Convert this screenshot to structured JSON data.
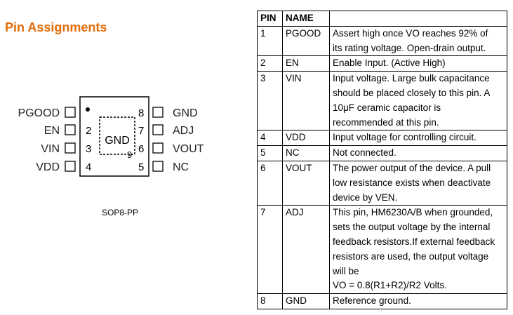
{
  "heading": "Pin Assignments",
  "package": {
    "caption": "SOP8-PP",
    "center_label": "GND",
    "exposed_pad_pin": "9",
    "left_pins": [
      {
        "name": "PGOOD",
        "num": ""
      },
      {
        "name": "EN",
        "num": "2"
      },
      {
        "name": "VIN",
        "num": "3"
      },
      {
        "name": "VDD",
        "num": "4"
      }
    ],
    "right_pins": [
      {
        "name": "GND",
        "num": "8"
      },
      {
        "name": "ADJ",
        "num": "7"
      },
      {
        "name": "VOUT",
        "num": "6"
      },
      {
        "name": "NC",
        "num": "5"
      }
    ]
  },
  "table": {
    "headers": [
      "PIN",
      "NAME",
      ""
    ],
    "rows": [
      {
        "pin": "1",
        "name": "PGOOD",
        "desc": [
          "Assert high once VO reaches 92% of",
          "its rating voltage. Open-drain output."
        ]
      },
      {
        "pin": "2",
        "name": "EN",
        "desc": [
          "Enable Input. (Active High)"
        ]
      },
      {
        "pin": "3",
        "name": "VIN",
        "desc": [
          "Input voltage. Large bulk capacitance",
          "should be placed closely to this pin. A",
          "10μF ceramic capacitor is",
          "recommended at this pin."
        ]
      },
      {
        "pin": "4",
        "name": "VDD",
        "desc": [
          "Input voltage for controlling circuit."
        ]
      },
      {
        "pin": "5",
        "name": "NC",
        "desc": [
          "Not connected."
        ]
      },
      {
        "pin": "6",
        "name": "VOUT",
        "desc": [
          "The power output of the device. A pull",
          "low resistance exists when deactivate",
          "device by VEN."
        ]
      },
      {
        "pin": "7",
        "name": "ADJ",
        "desc": [
          "This pin, HM6230A/B when grounded,",
          "sets the output voltage by the internal",
          "feedback resistors.If external feedback",
          "resistors are used, the output voltage",
          "will be",
          "VO = 0.8(R1+R2)/R2 Volts."
        ]
      },
      {
        "pin": "8",
        "name": "GND",
        "desc": [
          "Reference ground."
        ]
      }
    ]
  }
}
